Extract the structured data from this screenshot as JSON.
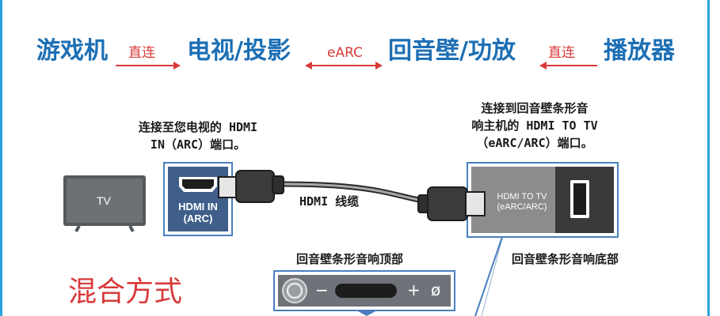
{
  "chain": {
    "device_game": "游戏机",
    "conn_direct_1": "直连",
    "device_tv": "电视/投影",
    "conn_earc": "eARC",
    "device_soundbar": "回音壁/功放",
    "conn_direct_2": "直连",
    "device_player": "播放器"
  },
  "diagram": {
    "tv_caption_line1": "连接至您电视的 HDMI",
    "tv_caption_line2": "IN（ARC）端口。",
    "soundbar_caption_line1": "连接到回音壁条形音",
    "soundbar_caption_line2": "响主机的 HDMI TO TV",
    "soundbar_caption_line3": "（eARC/ARC）端口。",
    "tv_label": "TV",
    "tv_port_line1": "HDMI IN",
    "tv_port_line2": "(ARC)",
    "cable_label": "HDMI 线缆",
    "soundbar_port_line1": "HDMI TO TV",
    "soundbar_port_line2": "(eARC/ARC)",
    "soundbar_top_label": "回音壁条形音响顶部",
    "soundbar_bottom_label": "回音壁条形音响底部",
    "mode_title": "混合方式",
    "minus_glyph": "−",
    "plus_glyph": "+",
    "mute_glyph": "ø"
  },
  "colors": {
    "chain_text": "#1c6fb4",
    "connector_red": "#d83a3a",
    "frame_blue": "#29a3dc",
    "panel_blue": "#3f5f8a",
    "outline_blue": "#4a7fc0",
    "soundbar_panel_gray": "#8c8c8c"
  }
}
